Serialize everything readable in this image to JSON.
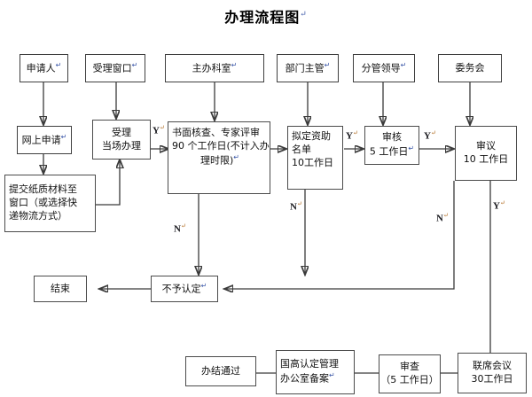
{
  "page": {
    "title": "办理流程图",
    "eol_mark": "↵",
    "accent": "#3b57a8",
    "line_color": "#3a3a3a",
    "box_border": "#4b4b4b",
    "background": "#ffffff"
  },
  "nodes": {
    "applicant": {
      "lines": [
        "申请人"
      ],
      "eol": true
    },
    "intake_window": {
      "lines": [
        "受理窗口"
      ],
      "eol": true
    },
    "host_office": {
      "lines": [
        "主办科室"
      ],
      "eol": true
    },
    "dept_manager": {
      "lines": [
        "部门主管"
      ],
      "eol": true
    },
    "division_leader": {
      "lines": [
        "分管领导"
      ],
      "eol": true
    },
    "committee": {
      "lines": [
        "委务会"
      ],
      "eol": false
    },
    "online_apply": {
      "lines": [
        "网上申请"
      ],
      "eol": true
    },
    "accept_onsite": {
      "lines": [
        "受理",
        "当场办理"
      ],
      "eol": false
    },
    "submit_paper": {
      "lines": [
        "提交纸质材料至",
        "窗口（或选择快",
        "递物流方式）"
      ],
      "eol": false
    },
    "review_expert": {
      "lines": [
        "书面核查、专家评审",
        "90 个工作日(不计入办",
        "理时限)"
      ],
      "eol": true
    },
    "draft_list": {
      "lines": [
        "拟定资助",
        "名单",
        "10工作日"
      ],
      "eol": false
    },
    "audit": {
      "lines": [
        "审核",
        "5 工作日"
      ],
      "eol": true
    },
    "deliberation": {
      "lines": [
        "审议",
        "10 工作日"
      ],
      "eol": false
    },
    "end": {
      "lines": [
        "结束"
      ],
      "eol": false
    },
    "not_recognized": {
      "lines": [
        "不予认定"
      ],
      "eol": true
    },
    "completed": {
      "lines": [
        "办结通过"
      ],
      "eol": false
    },
    "record_office": {
      "lines": [
        "国高认定管理",
        "办公室备案"
      ],
      "eol": true
    },
    "examination": {
      "lines": [
        "审查",
        "（5 工作日）"
      ],
      "eol": false
    },
    "joint_meeting": {
      "lines": [
        "联席会议",
        "30工作日"
      ],
      "eol": false
    }
  },
  "edge_labels": {
    "y_accept_to_review": "Y",
    "y_draft_to_audit": "Y",
    "y_audit_to_delib": "Y",
    "y_delib_to_joint": "Y",
    "n_review_down": "N",
    "n_draft_down": "N",
    "n_delib_down": "N"
  }
}
